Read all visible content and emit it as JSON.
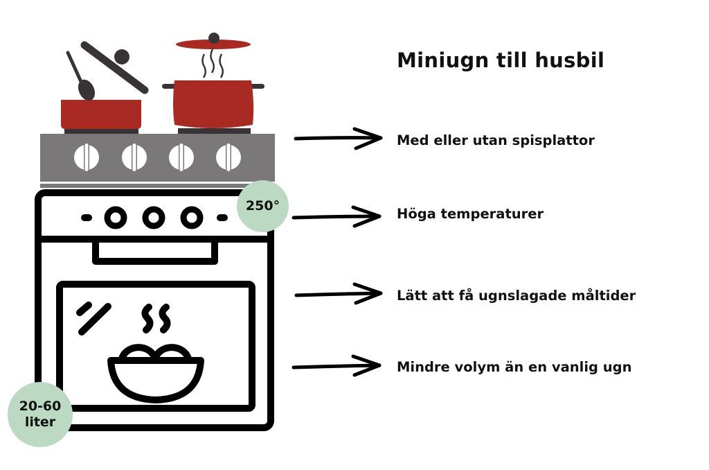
{
  "title": "Miniugn till husbil",
  "features": [
    {
      "label": "Med eller utan spisplattor"
    },
    {
      "label": "Höga temperaturer"
    },
    {
      "label": "Lätt att få ugnslagade måltider"
    },
    {
      "label": "Mindre volym än en vanlig ugn"
    }
  ],
  "badges": {
    "temperature": "250°",
    "volume_line1": "20-60",
    "volume_line2": "liter"
  },
  "colors": {
    "pot_red": "#a82a22",
    "stovetop_gray": "#7a7879",
    "badge_green": "#bcd9c3",
    "dark": "#383435"
  }
}
